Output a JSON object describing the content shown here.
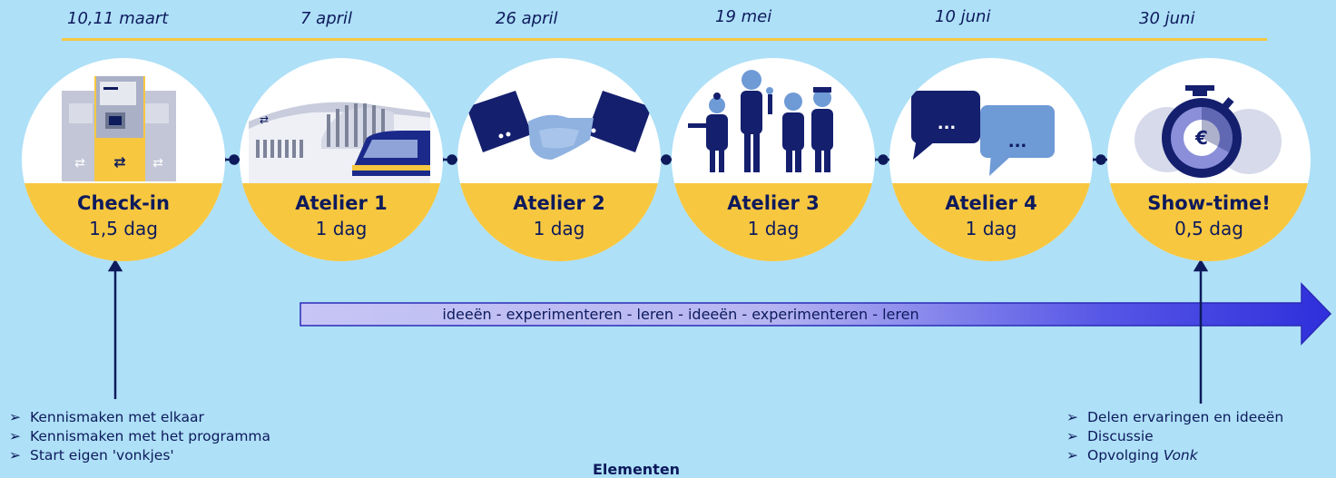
{
  "dates": [
    "10,11 maart",
    "7 april",
    "26 april",
    "19 mei",
    "10 juni",
    "30 juni"
  ],
  "steps": [
    {
      "name": "Check-in",
      "duration": "1,5 dag",
      "icon": "ticket-machine-icon"
    },
    {
      "name": "Atelier 1",
      "duration": "1 dag",
      "icon": "train-station-icon"
    },
    {
      "name": "Atelier 2",
      "duration": "1 dag",
      "icon": "handshake-icon"
    },
    {
      "name": "Atelier 3",
      "duration": "1 dag",
      "icon": "staff-group-icon"
    },
    {
      "name": "Atelier 4",
      "duration": "1 dag",
      "icon": "speech-bubbles-icon"
    },
    {
      "name": "Show-time!",
      "duration": "0,5 dag",
      "icon": "stopwatch-money-icon"
    }
  ],
  "bubble_text": "...",
  "arrow_text": "ideeën - experimenteren - leren - ideeën - experimenteren - leren",
  "checkin_points": {
    "marker": "➢",
    "items": [
      "Kennismaken met elkaar",
      "Kennismaken met het programma",
      "Start eigen 'vonkjes'"
    ]
  },
  "showtime_points": {
    "marker": "➢",
    "items": [
      "Delen ervaringen en ideeën",
      "Discussie",
      "Opvolging "
    ],
    "last_item_emphasis": "Vonk"
  },
  "footer_title": "Elementen",
  "colors": {
    "background": "#aee0f7",
    "navy": "#0d1a5c",
    "yellow": "#f7c740",
    "arrow_start": "#b9b8f2",
    "arrow_end": "#3b3ae0"
  }
}
